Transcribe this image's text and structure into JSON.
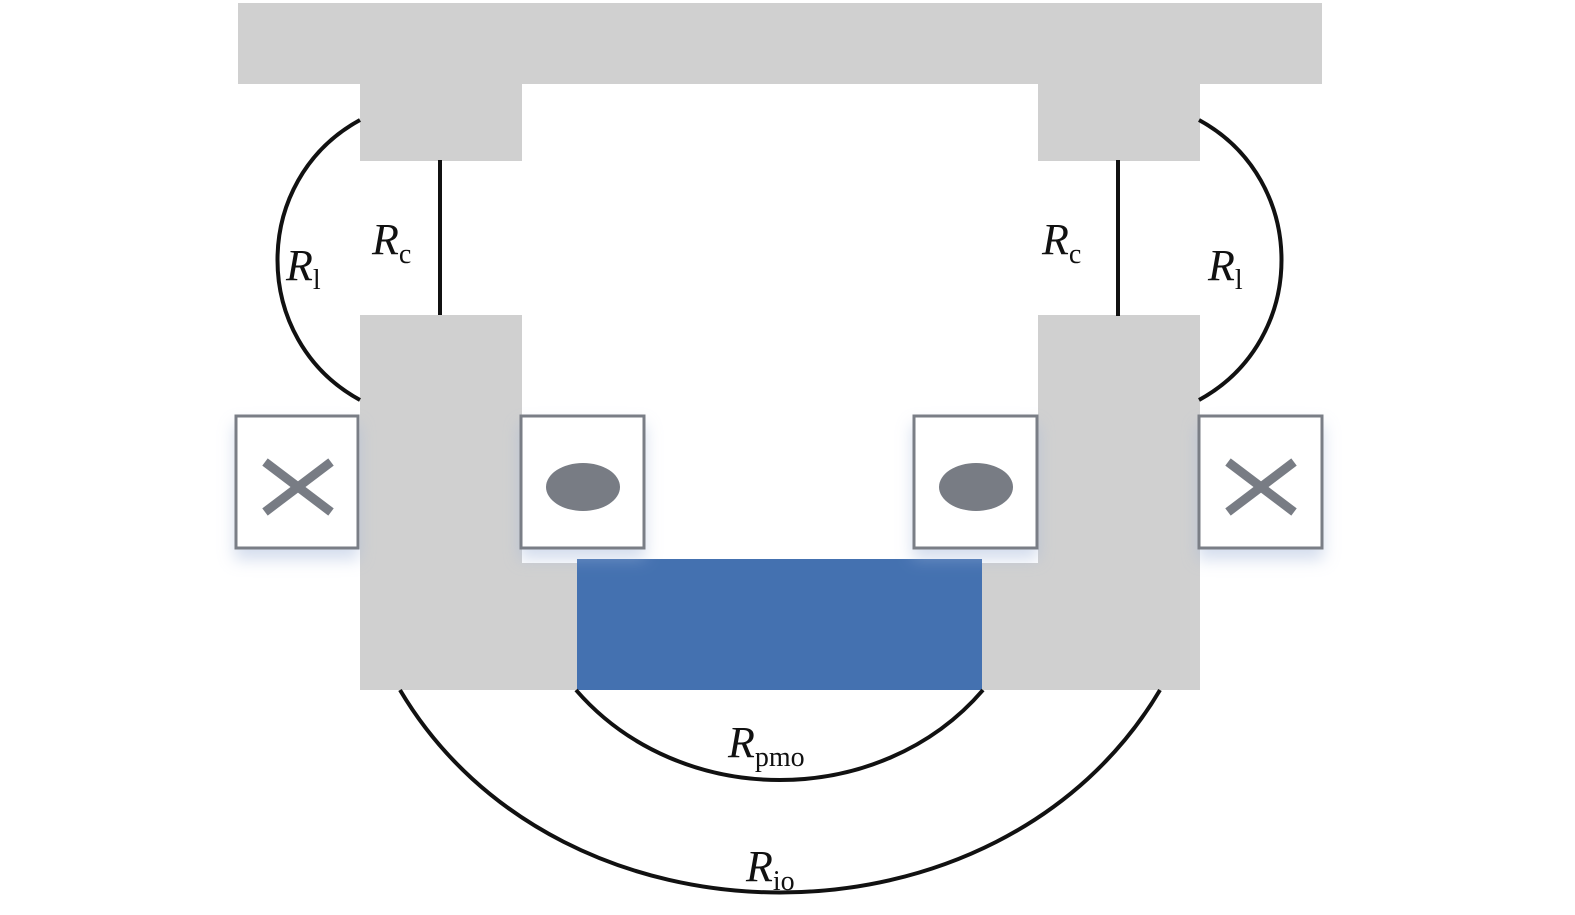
{
  "colors": {
    "core": "#d0d0d0",
    "magnet": "#4471b0",
    "coil_border": "#7a7e86",
    "coil_symbol": "#787c84",
    "line": "#111111",
    "background": "#ffffff"
  },
  "labels": {
    "rc_left": {
      "main": "R",
      "sub": "c"
    },
    "rc_right": {
      "main": "R",
      "sub": "c"
    },
    "rl_left": {
      "main": "R",
      "sub": "l"
    },
    "rl_right": {
      "main": "R",
      "sub": "l"
    },
    "rpmo": {
      "main": "R",
      "sub": "pmo"
    },
    "rio": {
      "main": "R",
      "sub": "io"
    }
  },
  "coils": {
    "outer_left_symbol": "cross-icon",
    "inner_left_symbol": "dot-icon",
    "inner_right_symbol": "dot-icon",
    "outer_right_symbol": "cross-icon"
  }
}
